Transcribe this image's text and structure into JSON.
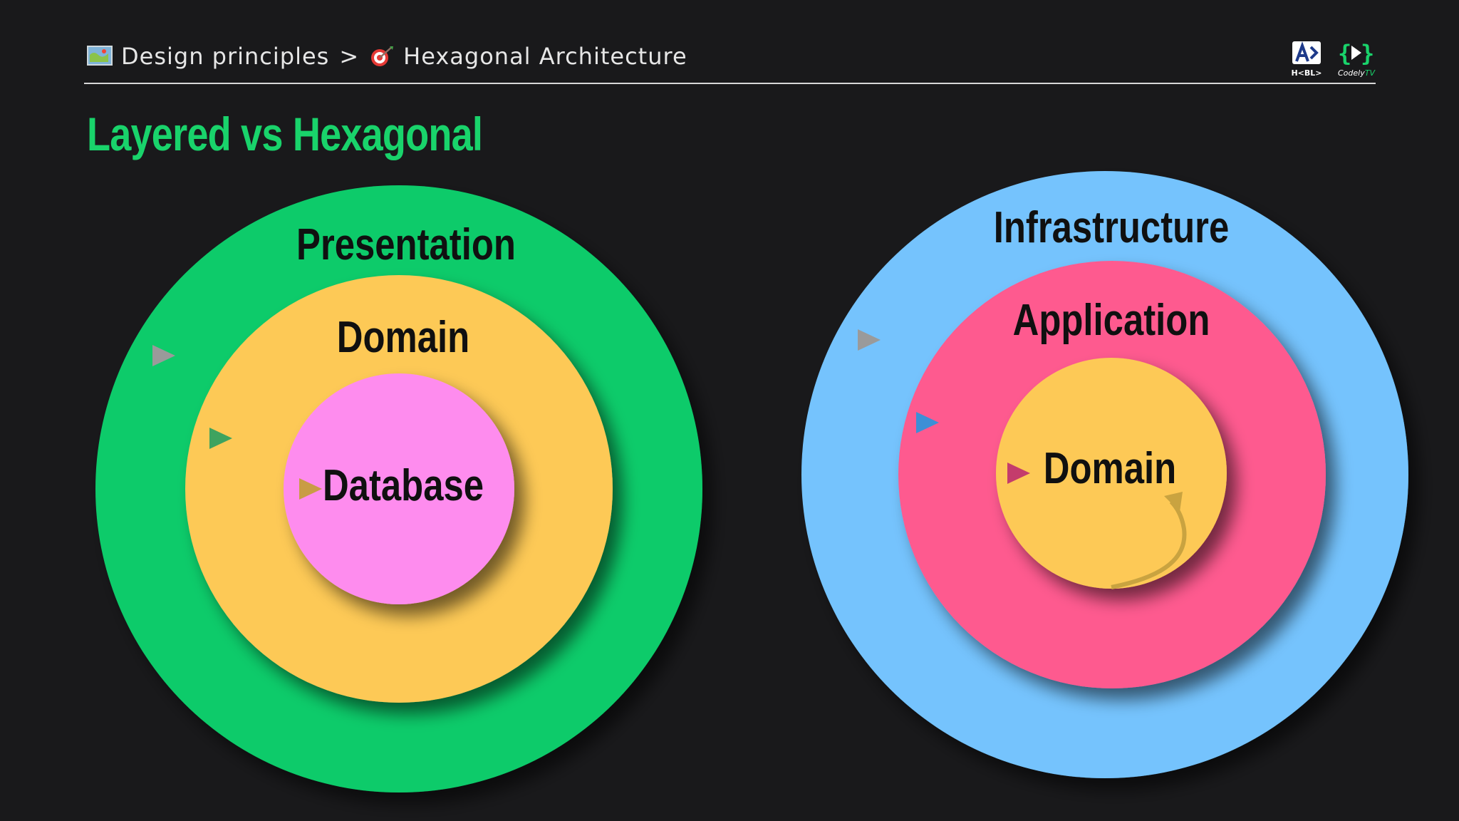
{
  "header": {
    "breadcrumb_section": "Design principles",
    "breadcrumb_separator": ">",
    "breadcrumb_page": "Hexagonal Architecture",
    "section_icon": "map-icon",
    "page_icon": "target-icon"
  },
  "title": "Layered vs Hexagonal",
  "logos": {
    "habla": "H<BL>",
    "codely_main": "Codely",
    "codely_tv": "TV"
  },
  "layered": {
    "outer_label": "Presentation",
    "middle_label": "Domain",
    "inner_label": "Database",
    "colors": {
      "outer": "#0ccb6b",
      "middle": "#fdc957",
      "inner": "#fe8cee"
    }
  },
  "hexagonal": {
    "outer_label": "Infrastructure",
    "middle_label": "Application",
    "inner_label": "Domain",
    "colors": {
      "outer": "#74c3fd",
      "middle": "#fe5a8f",
      "inner": "#fdc957"
    }
  },
  "colors": {
    "background": "#19191b",
    "title": "#19d36b"
  }
}
